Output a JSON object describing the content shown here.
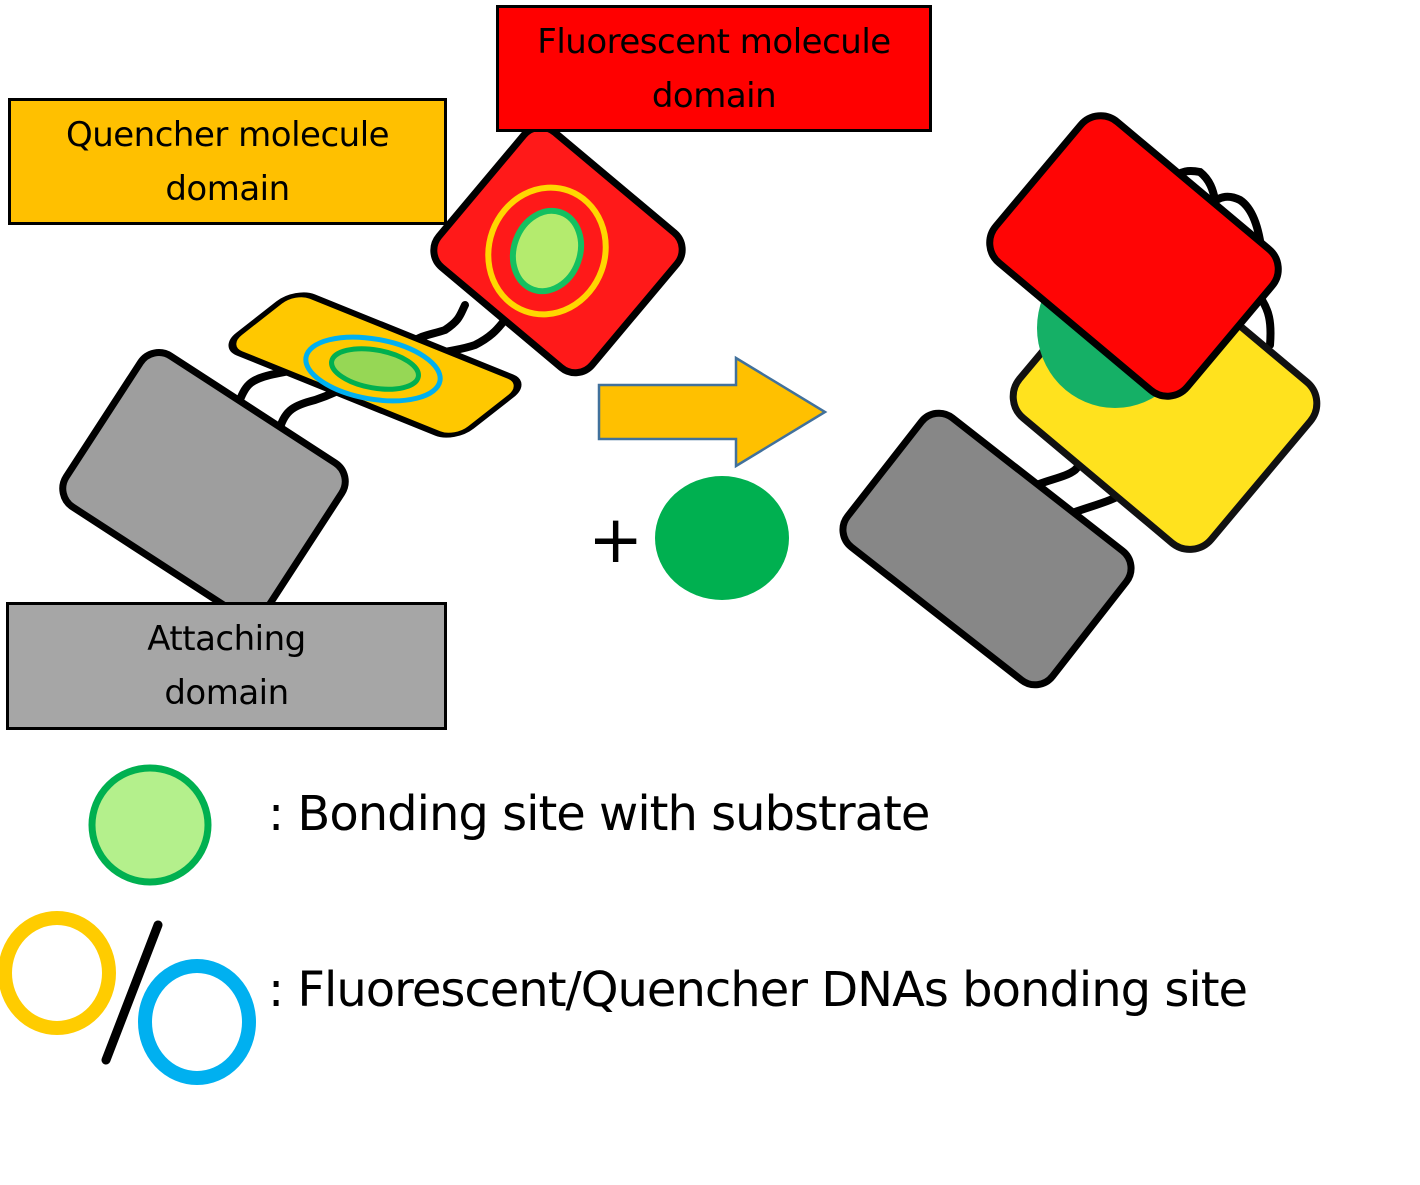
{
  "labels": {
    "fluorescent_domain": "Fluorescent molecule\ndomain",
    "quencher_domain": "Quencher molecule\ndomain",
    "attaching_domain": "Attaching\ndomain"
  },
  "reaction": {
    "plus_sign": "+"
  },
  "legend": [
    {
      "symbol": "green-filled-circle",
      "text": ": Bonding site with substrate"
    },
    {
      "symbol": "yellow-blue-rings",
      "text": ": Fluorescent/Quencher DNAs bonding site"
    }
  ],
  "colors": {
    "fluorescent": "#ff0000",
    "quencher": "#ffc000",
    "attaching": "#a6a6a6",
    "substrate": "#00b050",
    "bonding_site_fill": "#b4f08c",
    "bonding_site_ring": "#00b050",
    "fluor_ring": "#ffd700",
    "quench_ring": "#00b0f0",
    "arrow": "#ffc000"
  }
}
